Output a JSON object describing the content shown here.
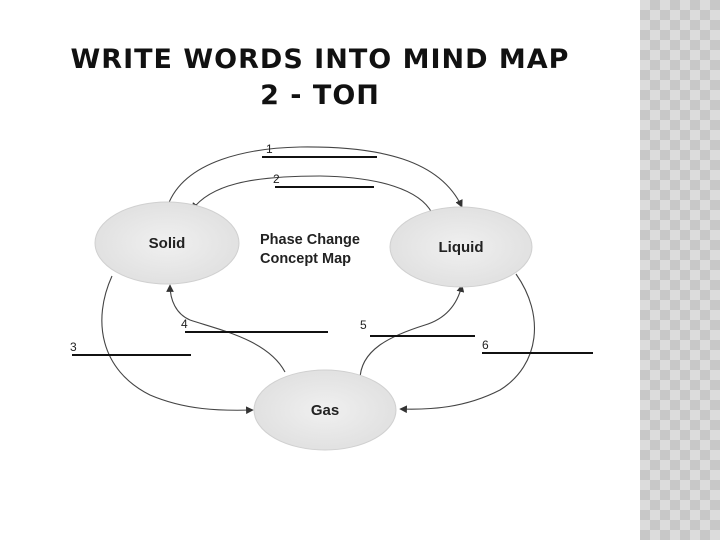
{
  "slide": {
    "title_line1": "WRITE WORDS INTO MIND MAP",
    "title_line2": "2 - ТОП"
  },
  "diagram": {
    "nodes": {
      "solid": "Solid",
      "liquid": "Liquid",
      "gas": "Gas"
    },
    "center_label": {
      "line1": "Phase Change",
      "line2": "Concept Map"
    },
    "blanks": {
      "b1": "1",
      "b2": "2",
      "b3": "3",
      "b4": "4",
      "b5": "5",
      "b6": "6"
    }
  },
  "colors": {
    "node_fill": "#e6e6e6",
    "side_panel": "#dcdcdc"
  }
}
